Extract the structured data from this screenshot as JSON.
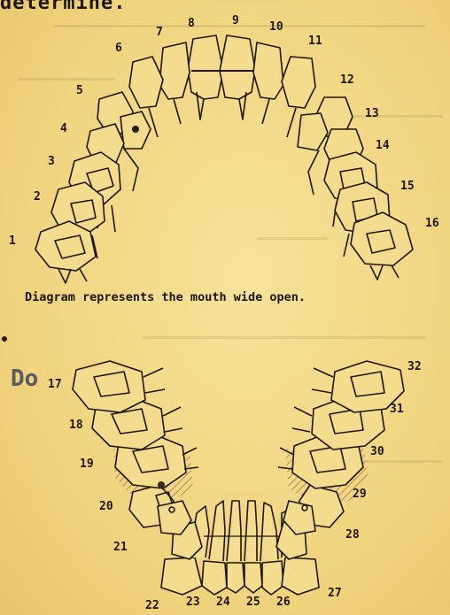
{
  "header_fragment": "determine.",
  "caption": "Diagram represents the mouth wide open.",
  "lower_label": "Do",
  "upper_teeth_numbers": [
    "1",
    "2",
    "3",
    "4",
    "5",
    "6",
    "7",
    "8",
    "9",
    "10",
    "11",
    "12",
    "13",
    "14",
    "15",
    "16"
  ],
  "lower_teeth_numbers": [
    "17",
    "18",
    "19",
    "20",
    "21",
    "22",
    "23",
    "24",
    "25",
    "26",
    "27",
    "28",
    "29",
    "30",
    "31",
    "32"
  ],
  "colors": {
    "paper": "#f0d884",
    "ink": "#1d160c",
    "hatch": "#b0704a"
  }
}
